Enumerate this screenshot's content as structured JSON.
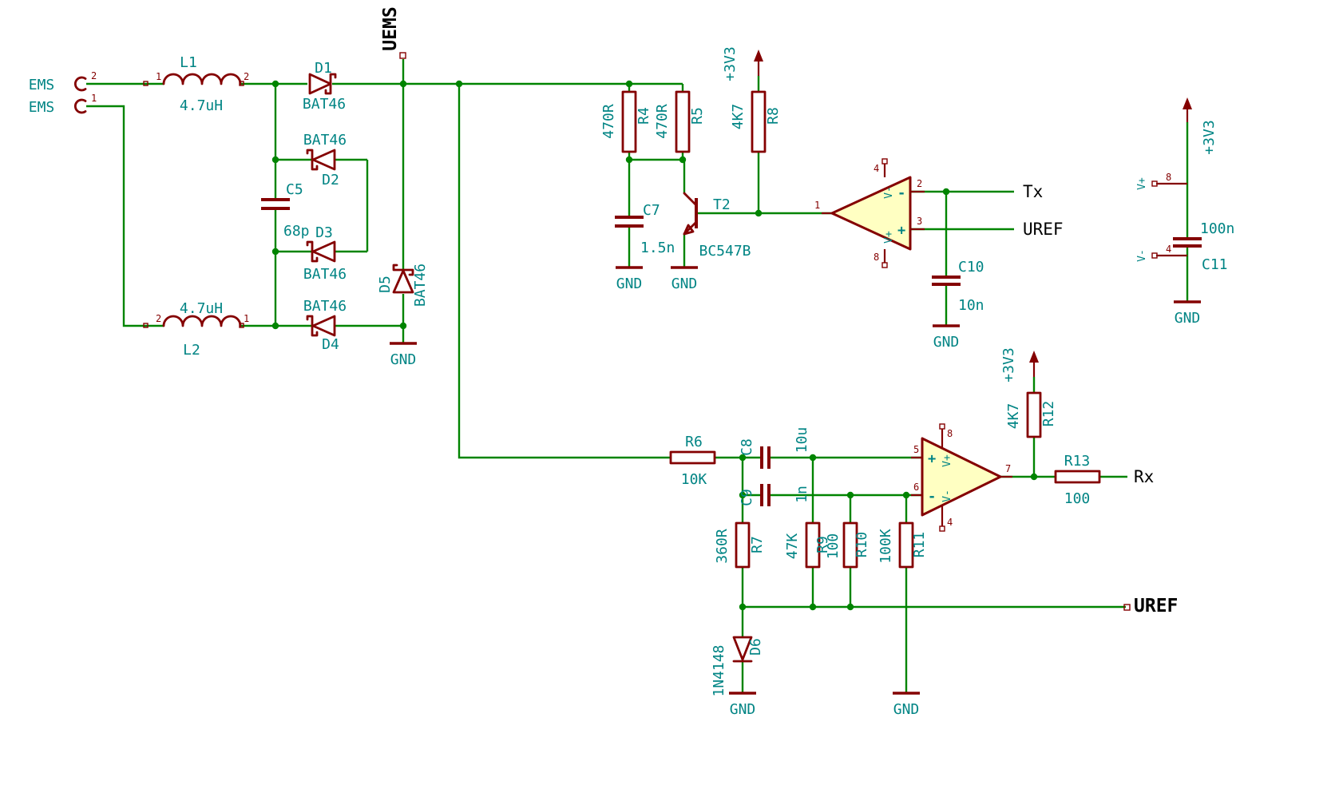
{
  "schematic": {
    "connector": {
      "pins": [
        {
          "num": "2",
          "label": "EMS"
        },
        {
          "num": "1",
          "label": "EMS"
        }
      ]
    },
    "inductors": {
      "L1": {
        "ref": "L1",
        "value": "4.7uH",
        "pin_left": "1",
        "pin_right": "2"
      },
      "L2": {
        "ref": "L2",
        "value": "4.7uH",
        "pin_left": "2",
        "pin_right": "1"
      }
    },
    "diodes": {
      "D1": {
        "ref": "D1",
        "value": "BAT46"
      },
      "D2": {
        "ref": "D2",
        "value": "BAT46"
      },
      "D3": {
        "ref": "D3",
        "value": "BAT46"
      },
      "D4": {
        "ref": "D4",
        "value": "BAT46"
      },
      "D5": {
        "ref": "D5",
        "value": "BAT46"
      },
      "D6": {
        "ref": "D6",
        "value": "1N4148"
      }
    },
    "capacitors": {
      "C5": {
        "ref": "C5",
        "value": "68p"
      },
      "C7": {
        "ref": "C7",
        "value": "1.5n"
      },
      "C8": {
        "ref": "C8",
        "value": "10u"
      },
      "C9": {
        "ref": "C9",
        "value": "1n"
      },
      "C10": {
        "ref": "C10",
        "value": "10n"
      },
      "C11": {
        "ref": "C11",
        "value": "100n"
      }
    },
    "resistors": {
      "R4": {
        "ref": "R4",
        "value": "470R"
      },
      "R5": {
        "ref": "R5",
        "value": "470R"
      },
      "R6": {
        "ref": "R6",
        "value": "10K"
      },
      "R7": {
        "ref": "R7",
        "value": "360R"
      },
      "R8": {
        "ref": "R8",
        "value": "4K7"
      },
      "R9": {
        "ref": "R9",
        "value": "47K"
      },
      "R10": {
        "ref": "R10",
        "value": "100"
      },
      "R11": {
        "ref": "R11",
        "value": "100K"
      },
      "R12": {
        "ref": "R12",
        "value": "4K7"
      },
      "R13": {
        "ref": "R13",
        "value": "100"
      }
    },
    "transistor": {
      "ref": "T2",
      "value": "BC547B"
    },
    "opamp_a": {
      "pin_out": "1",
      "pin_inv": "2",
      "pin_noninv": "3",
      "pin_vtop": "4",
      "pin_vbot": "8",
      "inv_sign": "-",
      "noninv_sign": "+",
      "v_top_label": "V-",
      "v_bot_label": "V+"
    },
    "opamp_b": {
      "pin_noninv": "5",
      "pin_inv": "6",
      "pin_out": "7",
      "pin_vtop": "8",
      "pin_vbot": "4",
      "noninv_sign": "+",
      "inv_sign": "-",
      "v_top_label": "V+",
      "v_bot_label": "V-"
    },
    "power_unit": {
      "vplus_name": "V+",
      "vplus_num": "8",
      "vminus_name": "V-",
      "vminus_num": "4"
    },
    "nets": {
      "uems": "UEMS",
      "tx": "Tx",
      "uref": "UREF",
      "rx": "Rx"
    },
    "power": {
      "v3v3": "+3V3",
      "gnd": "GND"
    }
  }
}
